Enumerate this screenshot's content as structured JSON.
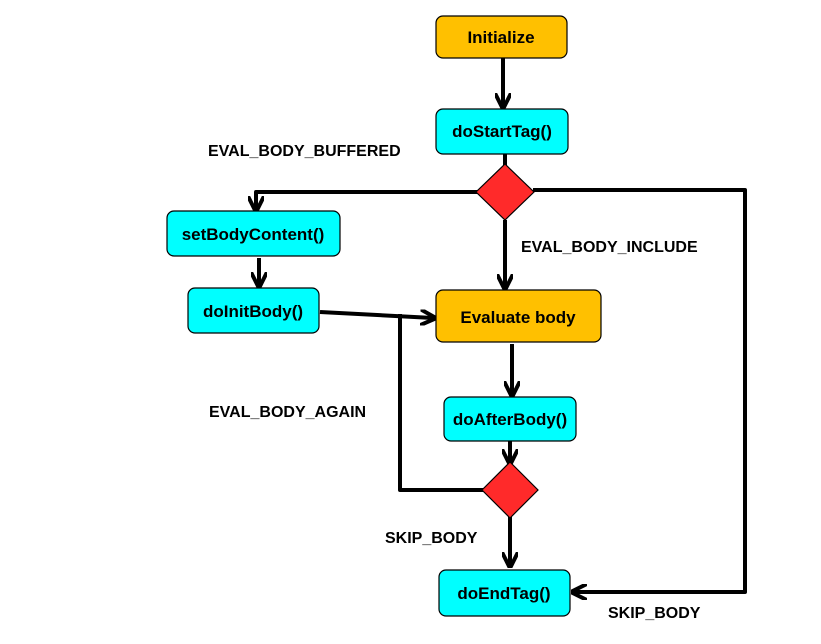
{
  "colors": {
    "process_node": "#ffc000",
    "method_node": "#00ffff",
    "decision_node": "#ff2a2a",
    "stroke": "#000000"
  },
  "nodes": {
    "initialize": "Initialize",
    "do_start_tag": "doStartTag()",
    "set_body_content": "setBodyContent()",
    "do_init_body": "doInitBody()",
    "evaluate_body": "Evaluate body",
    "do_after_body": "doAfterBody()",
    "do_end_tag": "doEndTag()"
  },
  "edge_labels": {
    "eval_body_buffered": "EVAL_BODY_BUFFERED",
    "eval_body_include": "EVAL_BODY_INCLUDE",
    "eval_body_again": "EVAL_BODY_AGAIN",
    "skip_body_left": "SKIP_BODY",
    "skip_body_right": "SKIP_BODY"
  }
}
